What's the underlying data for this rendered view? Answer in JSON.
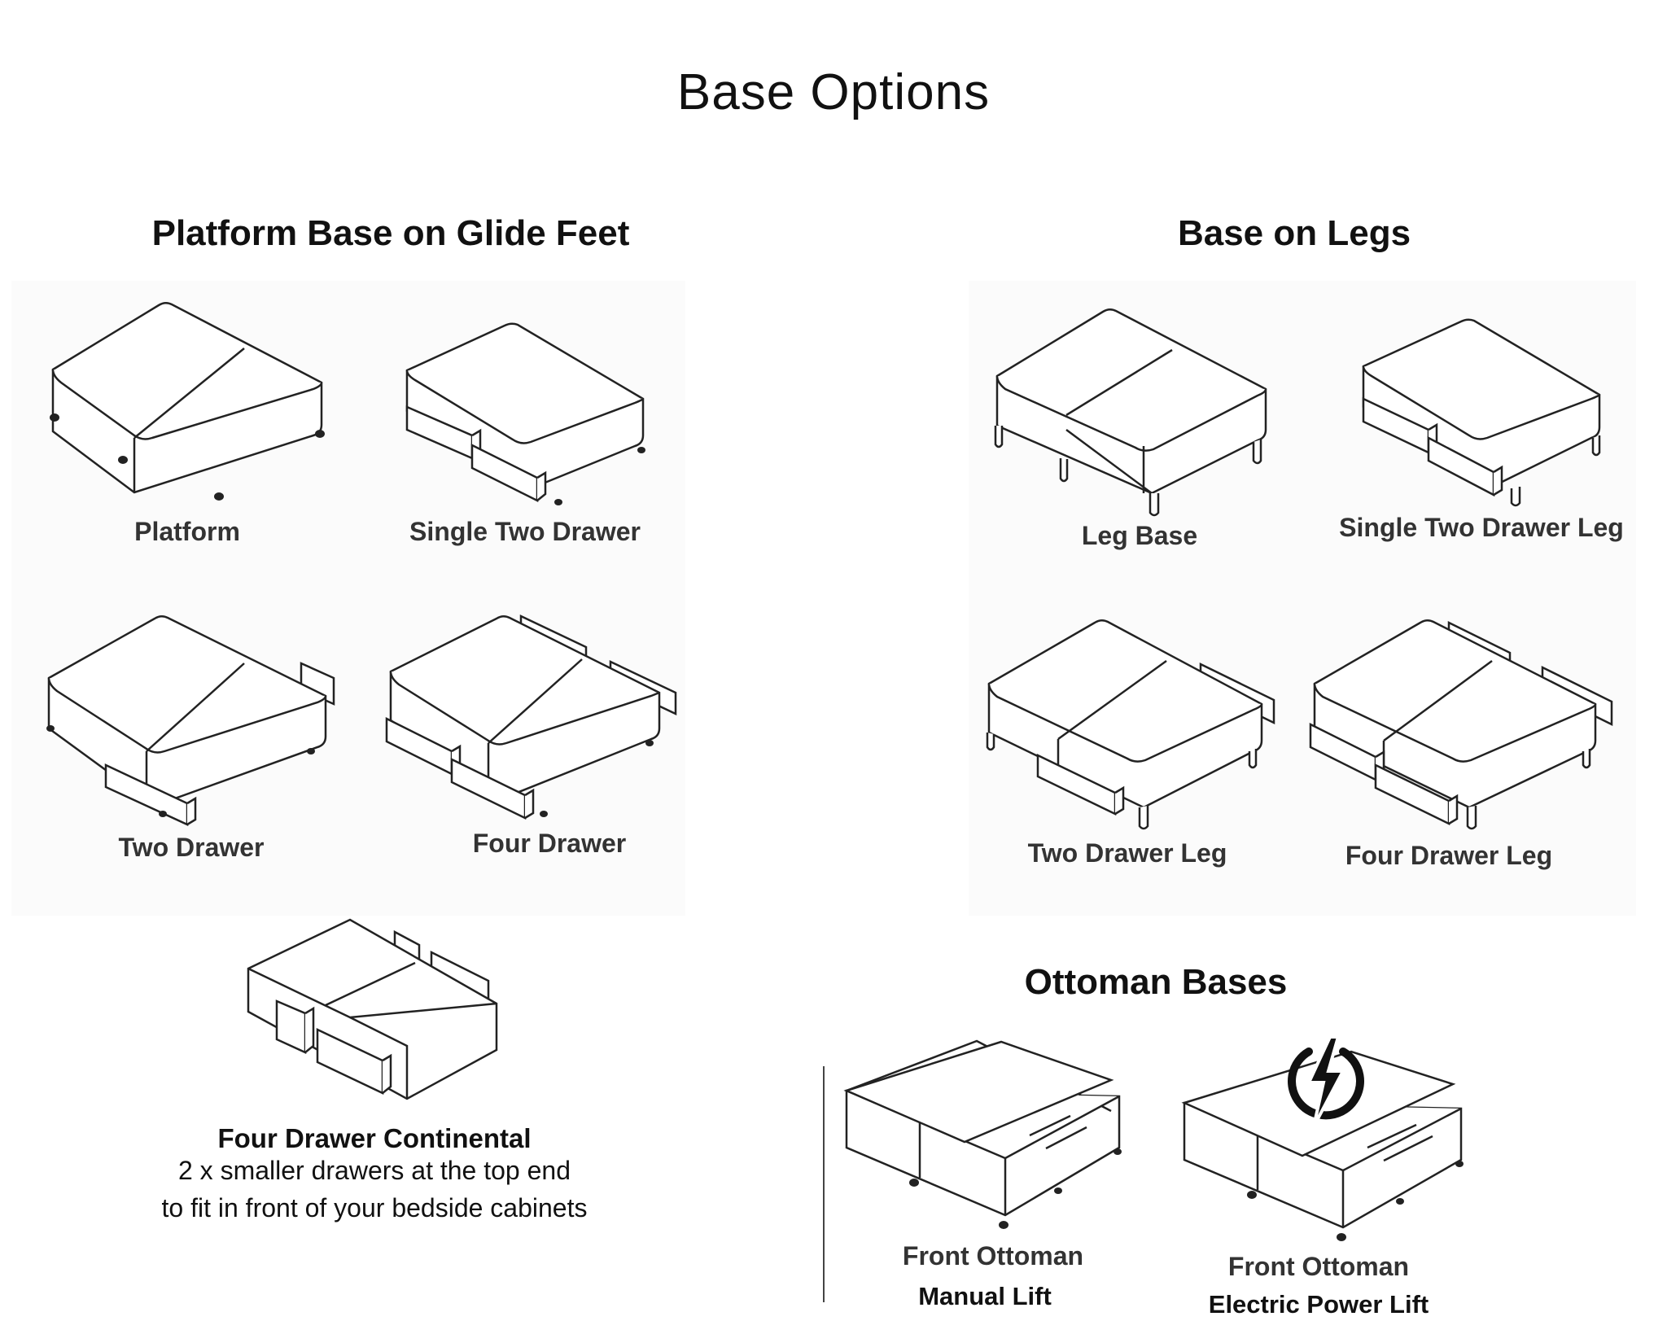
{
  "title": "Base Options",
  "sections": {
    "platform": {
      "heading": "Platform Base on Glide Feet",
      "items": [
        "Platform",
        "Single Two Drawer",
        "Two Drawer",
        "Four Drawer"
      ],
      "continental": {
        "label": "Four Drawer Continental",
        "note_line1": "2 x smaller drawers at the top end",
        "note_line2": "to fit in front of your bedside cabinets"
      }
    },
    "legs": {
      "heading": "Base on Legs",
      "items": [
        "Leg Base",
        "Single Two Drawer Leg",
        "Two Drawer Leg",
        "Four Drawer Leg"
      ]
    },
    "ottoman": {
      "heading": "Ottoman Bases",
      "items": [
        {
          "label": "Front Ottoman",
          "sub": "Manual Lift"
        },
        {
          "label": "Front Ottoman",
          "sub": "Electric Power Lift"
        }
      ]
    }
  },
  "colors": {
    "line": "#222222",
    "text": "#111111",
    "panel": "#fbfbfb"
  },
  "icons": [
    "lightning-power-icon"
  ]
}
